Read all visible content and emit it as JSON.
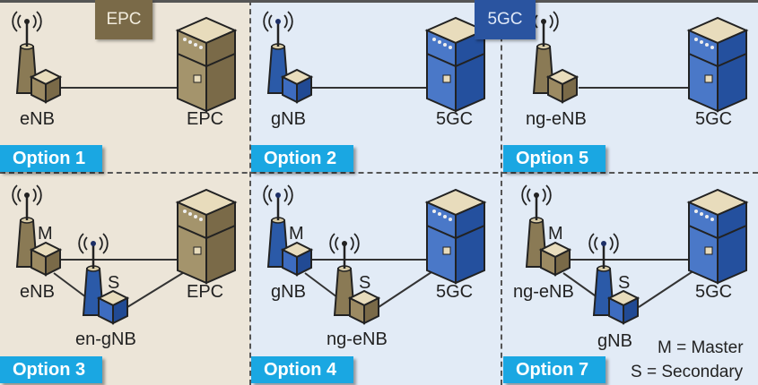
{
  "core_tags": {
    "epc": "EPC",
    "fivegc": "5GC"
  },
  "colors": {
    "epc_bg": "#ece5d8",
    "fivegc_bg": "#e2ebf6",
    "option_badge": "#1aa7e2",
    "epc_tag": "#7a6a48",
    "fivegc_tag": "#2a54a0",
    "lte_node": "#8a7a55",
    "nr_node": "#2b5aa8"
  },
  "options": [
    {
      "label": "Option 1",
      "nodes": {
        "ran": "eNB",
        "core": "EPC"
      }
    },
    {
      "label": "Option 2",
      "nodes": {
        "ran": "gNB",
        "core": "5GC"
      }
    },
    {
      "label": "Option 5",
      "nodes": {
        "ran": "ng-eNB",
        "core": "5GC"
      }
    },
    {
      "label": "Option 3",
      "nodes": {
        "master": "eNB",
        "secondary": "en-gNB",
        "core": "EPC",
        "m": "M",
        "s": "S"
      }
    },
    {
      "label": "Option 4",
      "nodes": {
        "master": "gNB",
        "secondary": "ng-eNB",
        "core": "5GC",
        "m": "M",
        "s": "S"
      }
    },
    {
      "label": "Option 7",
      "nodes": {
        "master": "ng-eNB",
        "secondary": "gNB",
        "core": "5GC",
        "m": "M",
        "s": "S"
      }
    }
  ],
  "legend": {
    "master": "M = Master",
    "secondary": "S = Secondary"
  }
}
